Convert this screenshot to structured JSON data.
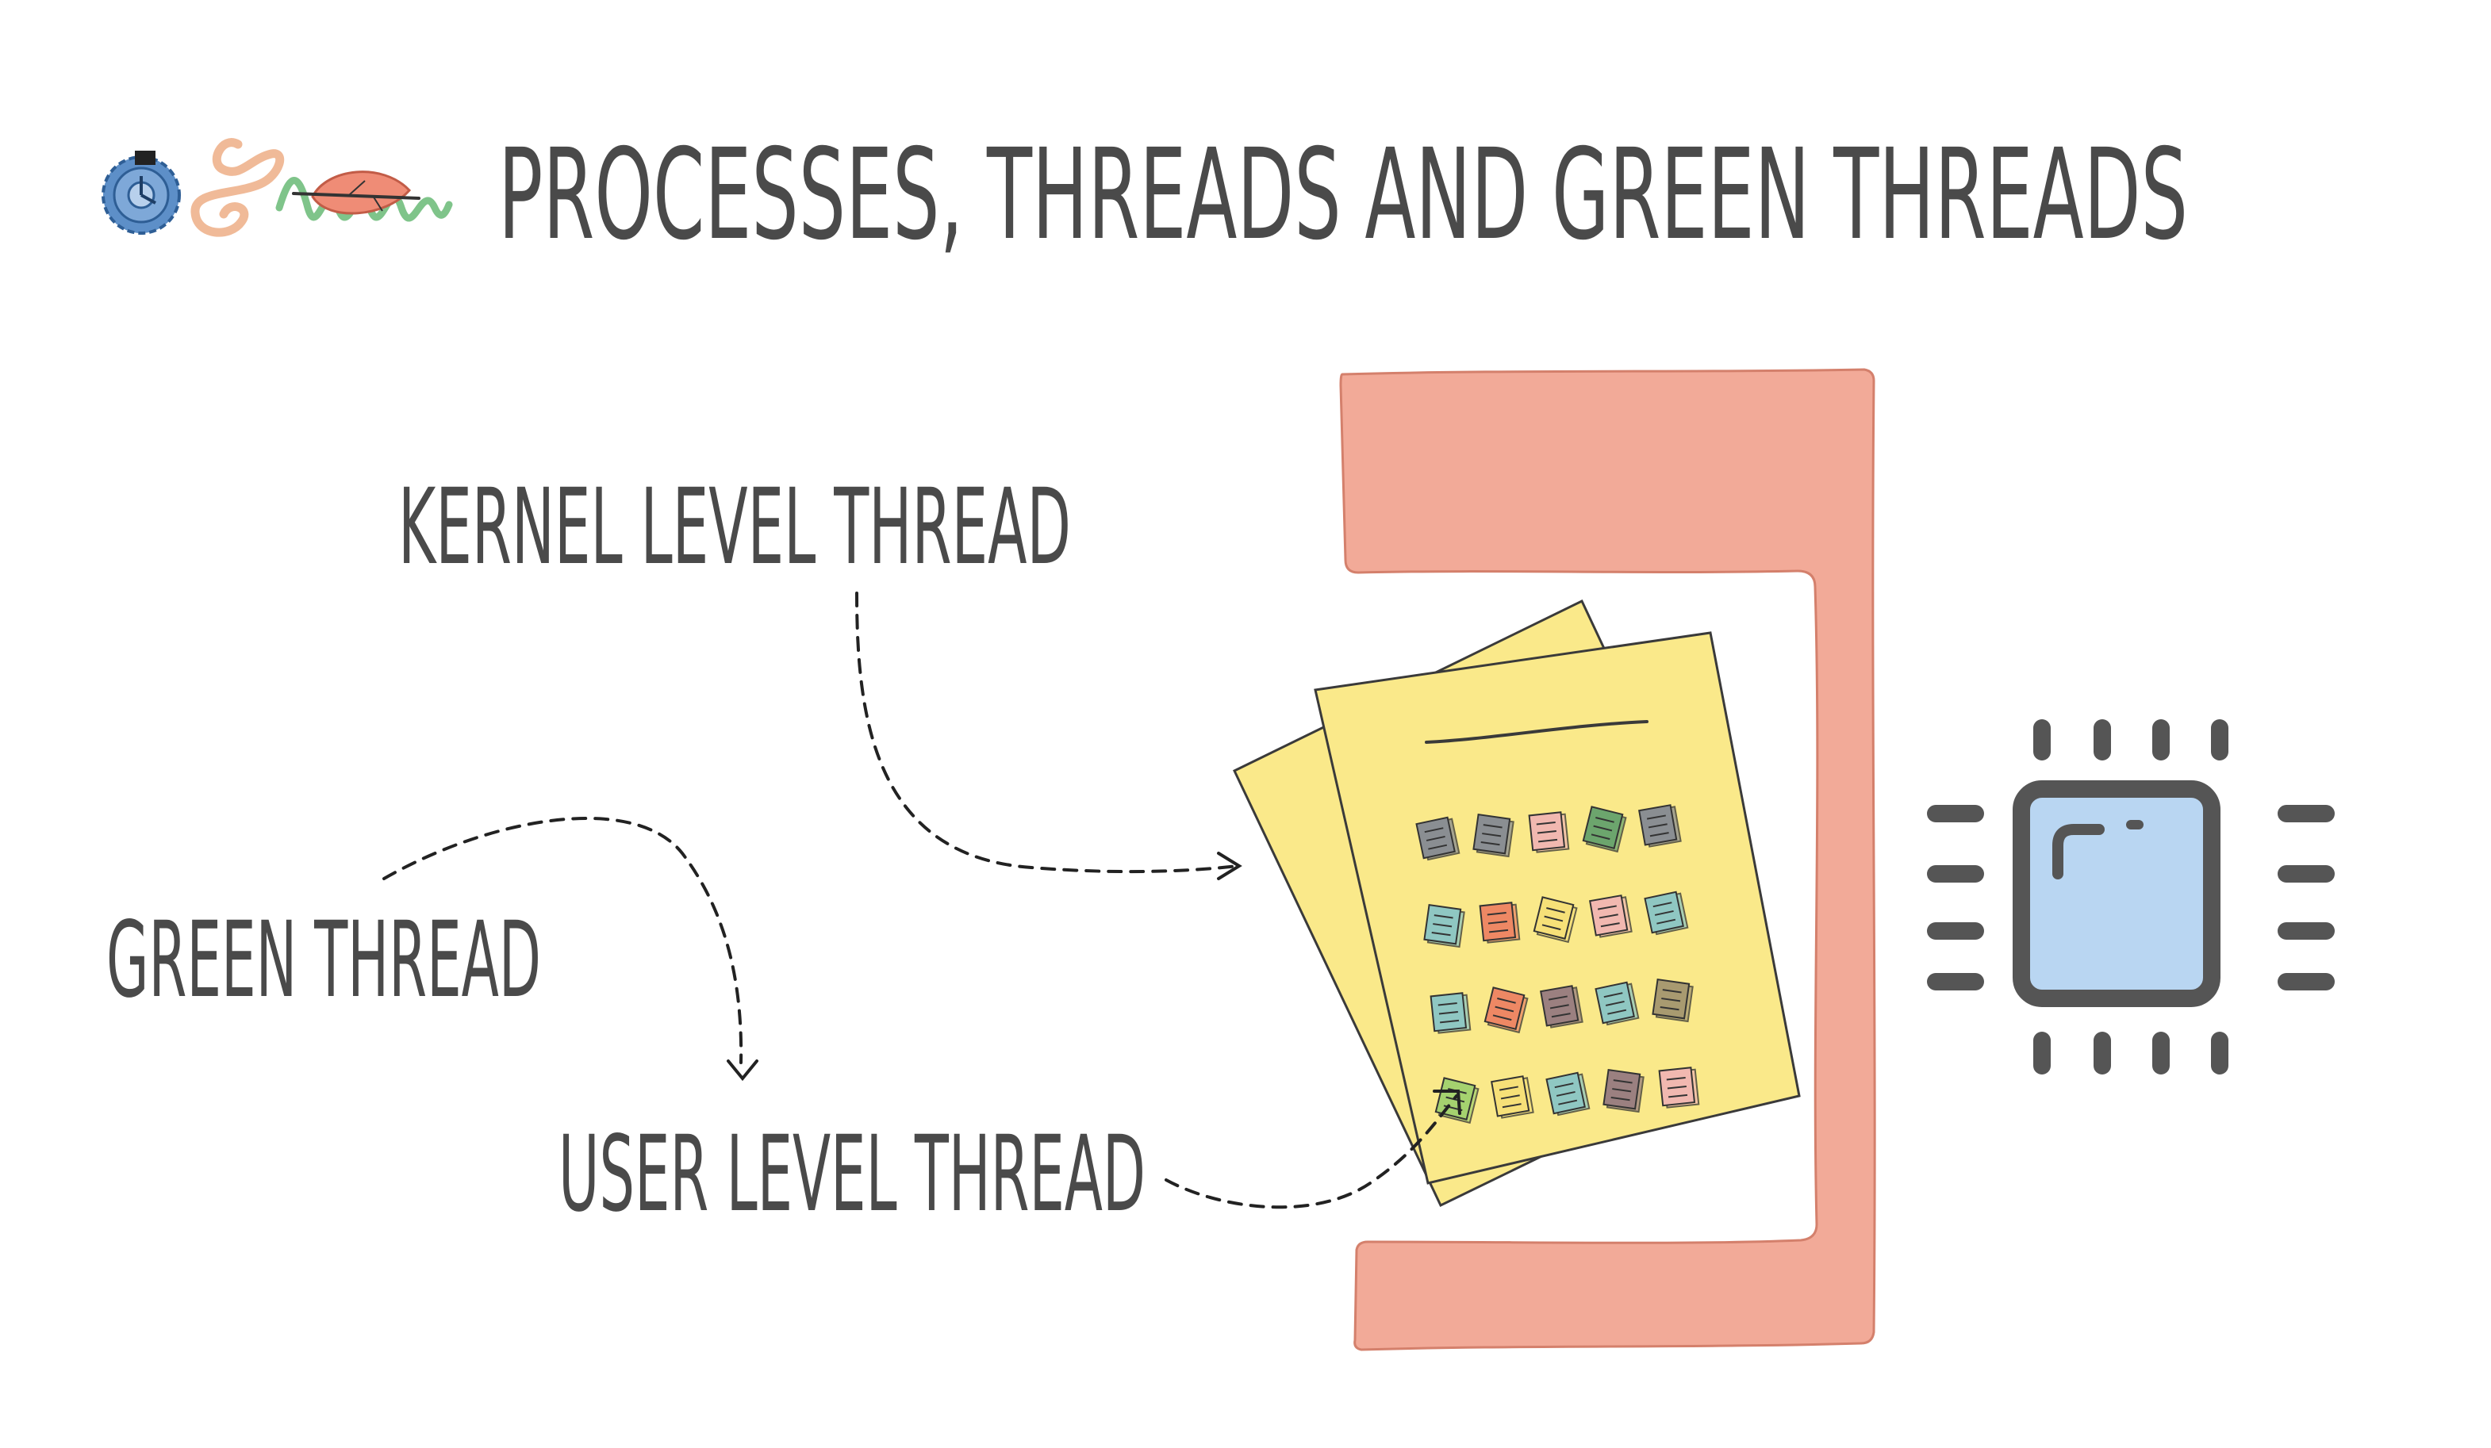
{
  "title": "PROCESSES, THREADS AND GREEN THREADS",
  "labels": {
    "kernel_level_thread": "KERNEL LEVEL THREAD",
    "green_thread": "GREEN THREAD",
    "user_level_thread": "USER LEVEL THREAD"
  },
  "icons": {
    "logo": [
      "gear-icon",
      "worm-icon",
      "leaf-icon",
      "wave-icon"
    ],
    "main": [
      "process-bracket-icon",
      "document-stack-icon",
      "cpu-chip-icon"
    ]
  },
  "colors": {
    "text": "#4a4a4a",
    "process_bracket": "#f2aa98",
    "documents": "#fae98a",
    "cpu_die": "#b9d6f2",
    "cpu_frame": "#555555",
    "gear": "#5d8fc8",
    "worm": "#f0ba98",
    "leaf": "#ef8c76",
    "wave": "#7fc48a"
  },
  "thread_note_colors": [
    [
      "#8a8e92",
      "#8a8e92",
      "#f1b8b0",
      "#6ca56d",
      "#8a8e92"
    ],
    [
      "#8fc7c2",
      "#ee8864",
      "#f6e078",
      "#f1b8b0",
      "#8fc7c2"
    ],
    [
      "#8fc7c2",
      "#ee8864",
      "#9b8080",
      "#8fc7c2",
      "#a89a70"
    ],
    [
      "#a5d26f",
      "#f6e078",
      "#8fc7c2",
      "#9b8080",
      "#f1b8b0"
    ]
  ]
}
